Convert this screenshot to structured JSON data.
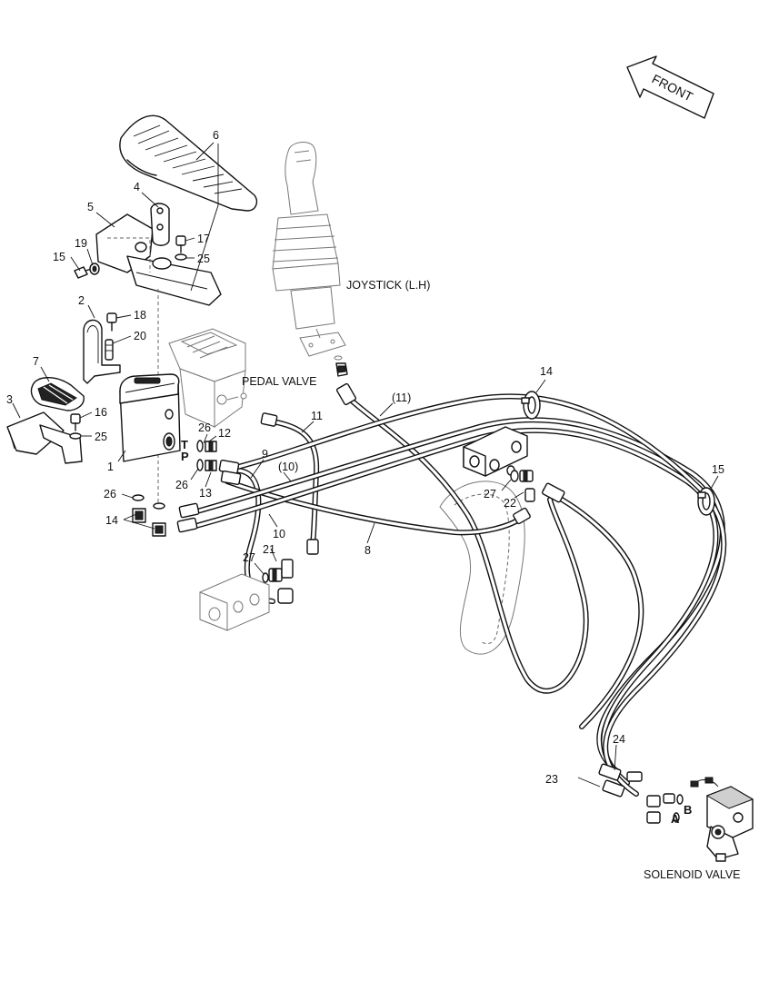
{
  "front_label": "FRONT",
  "labels": {
    "joystick": "JOYSTICK (L.H)",
    "pedal_valve": "PEDAL VALVE",
    "solenoid_valve": "SOLENOID VALVE"
  },
  "port_letters": {
    "t": "T",
    "p": "P",
    "a": "A",
    "b": "B"
  },
  "callouts": [
    {
      "id": "c1",
      "text": "1"
    },
    {
      "id": "c2",
      "text": "2"
    },
    {
      "id": "c3",
      "text": "3"
    },
    {
      "id": "c4",
      "text": "4"
    },
    {
      "id": "c5",
      "text": "5"
    },
    {
      "id": "c6",
      "text": "6"
    },
    {
      "id": "c7",
      "text": "7"
    },
    {
      "id": "c8",
      "text": "8"
    },
    {
      "id": "c9",
      "text": "9"
    },
    {
      "id": "c10",
      "text": "10"
    },
    {
      "id": "c10b",
      "text": "(10)"
    },
    {
      "id": "c11",
      "text": "11"
    },
    {
      "id": "c11b",
      "text": "(11)"
    },
    {
      "id": "c12",
      "text": "12"
    },
    {
      "id": "c13",
      "text": "13"
    },
    {
      "id": "c14a",
      "text": "14"
    },
    {
      "id": "c14b",
      "text": "14"
    },
    {
      "id": "c15a",
      "text": "15"
    },
    {
      "id": "c15b",
      "text": "15"
    },
    {
      "id": "c16",
      "text": "16"
    },
    {
      "id": "c17",
      "text": "17"
    },
    {
      "id": "c18",
      "text": "18"
    },
    {
      "id": "c19",
      "text": "19"
    },
    {
      "id": "c20",
      "text": "20"
    },
    {
      "id": "c21",
      "text": "21"
    },
    {
      "id": "c22",
      "text": "22"
    },
    {
      "id": "c23",
      "text": "23"
    },
    {
      "id": "c24",
      "text": "24"
    },
    {
      "id": "c25a",
      "text": "25"
    },
    {
      "id": "c25b",
      "text": "25"
    },
    {
      "id": "c26a",
      "text": "26"
    },
    {
      "id": "c26b",
      "text": "26"
    },
    {
      "id": "c26c",
      "text": "26"
    },
    {
      "id": "c27a",
      "text": "27"
    },
    {
      "id": "c27b",
      "text": "27"
    }
  ]
}
